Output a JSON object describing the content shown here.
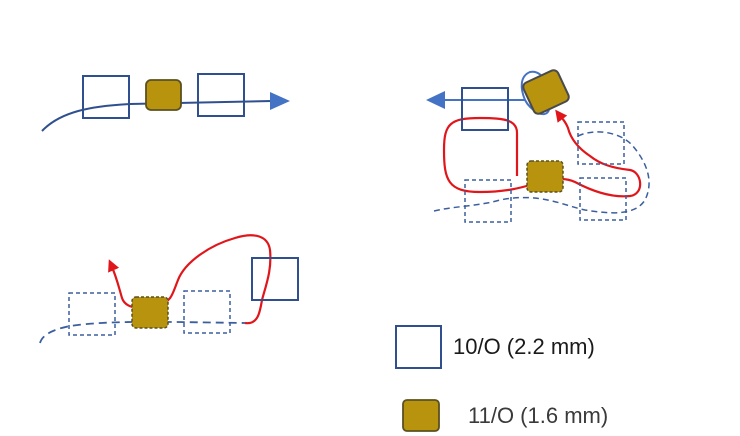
{
  "legend": {
    "items": [
      {
        "label": "10/O (2.2 mm)",
        "symbol": "outline-square"
      },
      {
        "label": "11/O (1.6 mm)",
        "symbol": "filled-square"
      }
    ]
  },
  "colors": {
    "blue": "#2f4f8f",
    "blue_arrow": "#4472c4",
    "red": "#e0161b",
    "gold": "#b8930e",
    "gold_border": "#5a5020",
    "dashed_blue": "#3b5f9e"
  }
}
